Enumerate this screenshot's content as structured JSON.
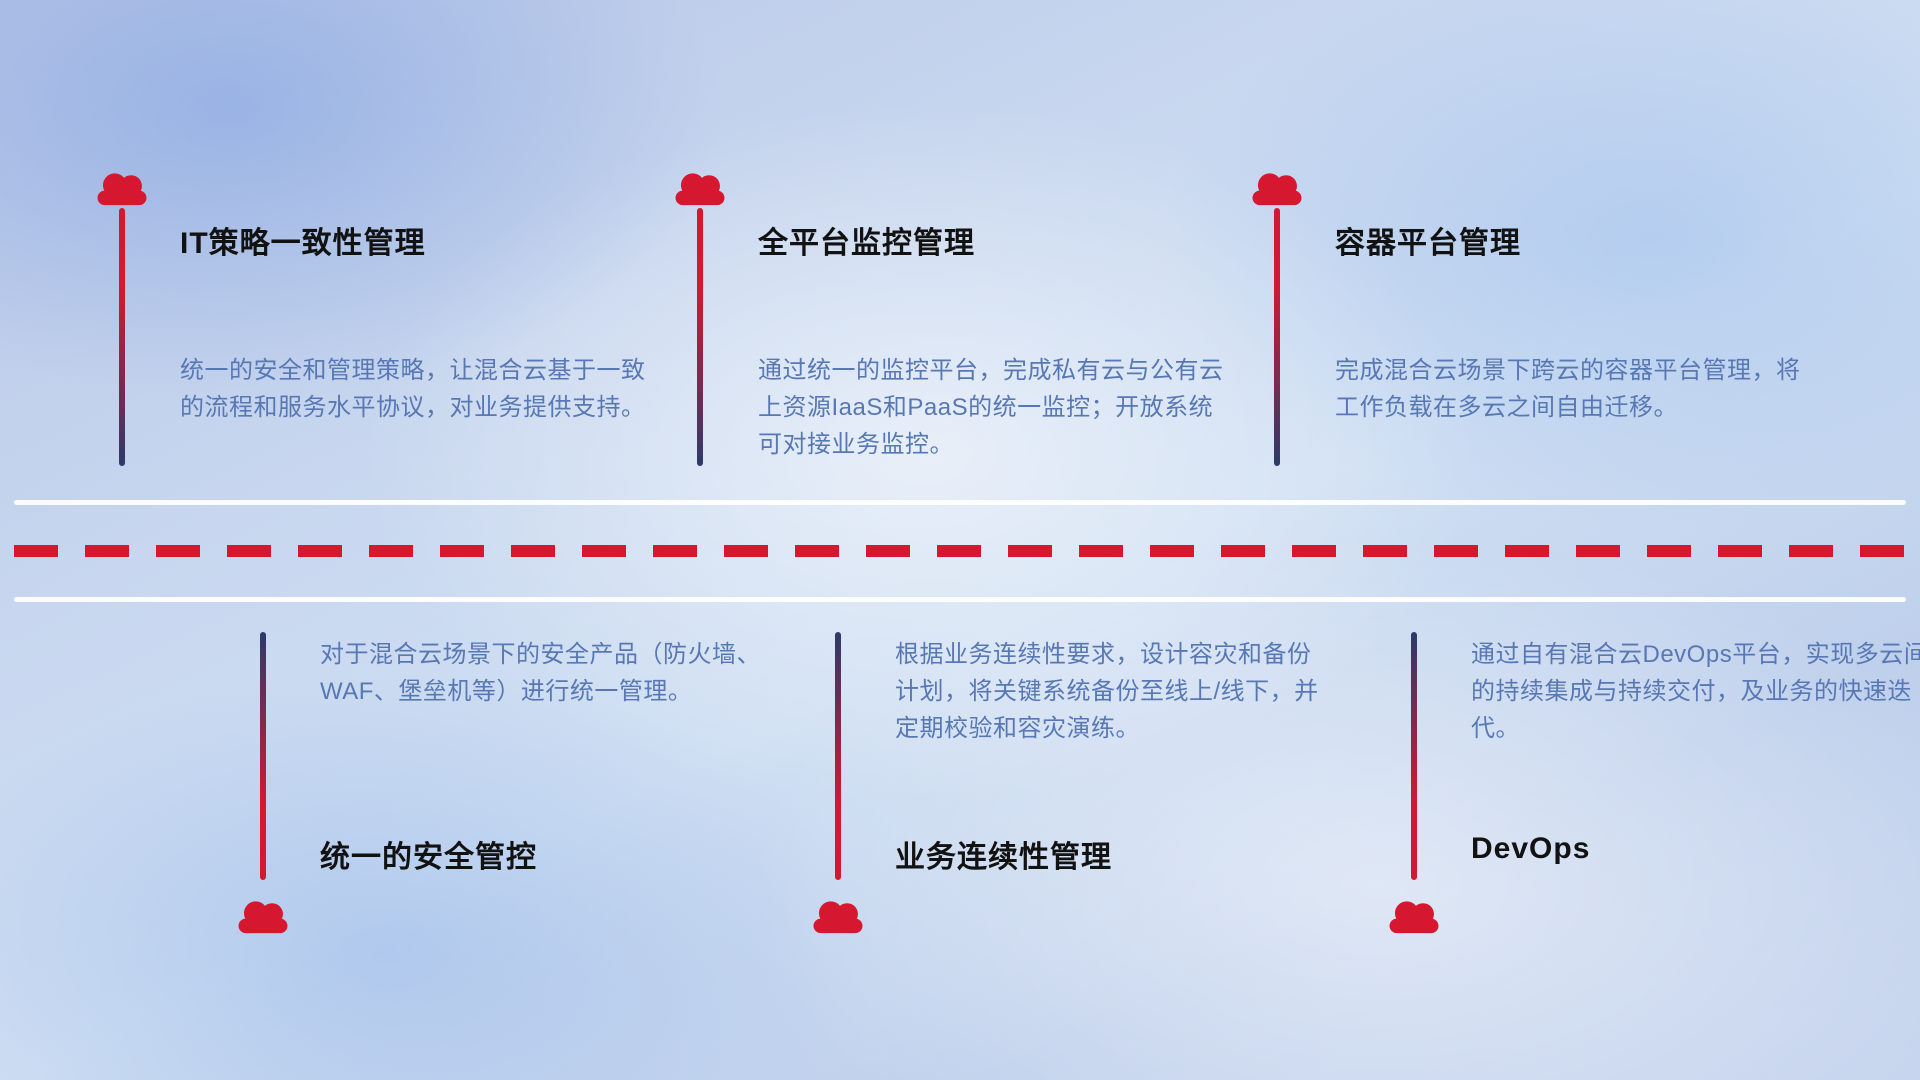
{
  "colors": {
    "red": "#d5182f",
    "navy": "#2c3a6a",
    "title": "#121212",
    "desc": "#5878b4"
  },
  "icons": {
    "marker": "cloud-icon"
  },
  "top_items": [
    {
      "title": "IT策略一致性管理",
      "desc": "统一的安全和管理策略，让混合云基于一致的流程和服务水平协议，对业务提供支持。"
    },
    {
      "title": "全平台监控管理",
      "desc": "通过统一的监控平台，完成私有云与公有云上资源IaaS和PaaS的统一监控；开放系统可对接业务监控。"
    },
    {
      "title": "容器平台管理",
      "desc": "完成混合云场景下跨云的容器平台管理，将工作负载在多云之间自由迁移。"
    }
  ],
  "bottom_items": [
    {
      "title": "统一的安全管控",
      "desc": "对于混合云场景下的安全产品（防火墙、WAF、堡垒机等）进行统一管理。"
    },
    {
      "title": "业务连续性管理",
      "desc": "根据业务连续性要求，设计容灾和备份计划，将关键系统备份至线上/线下，并定期校验和容灾演练。"
    },
    {
      "title": "DevOps",
      "desc": "通过自有混合云DevOps平台，实现多云间的持续集成与持续交付，及业务的快速迭代。"
    }
  ]
}
